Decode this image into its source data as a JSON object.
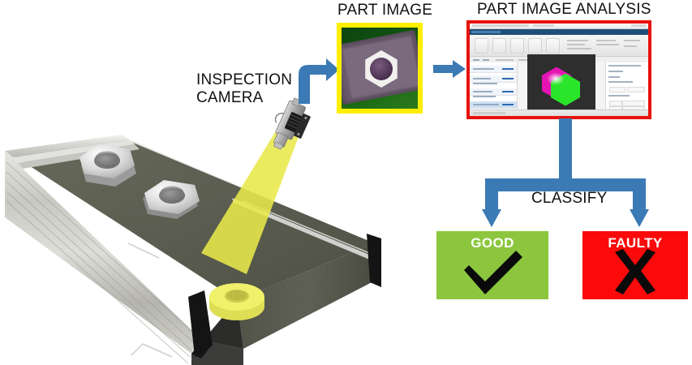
{
  "diagram": {
    "title_part_image": "PART IMAGE",
    "title_part_image_analysis": "PART IMAGE ANALYSIS",
    "label_inspection_camera_line1": "INSPECTION",
    "label_inspection_camera_line2": "CAMERA",
    "label_classify": "CLASSIFY"
  },
  "results": {
    "good": {
      "label": "GOOD",
      "mark": "check-mark",
      "color": "#8cc63e"
    },
    "faulty": {
      "label": "FAULTY",
      "mark": "cross-mark",
      "color": "#fa0a0a"
    }
  },
  "thumbnails": {
    "part_image": {
      "frame_color": "#ffee00",
      "background_color": "#0f4410",
      "subject": "hex-nut-on-plate"
    },
    "analysis_window": {
      "frame_color": "#e8120c",
      "contour_magenta": "#e514b4",
      "contour_green": "#2ae52a",
      "viewport_background": "#2e2e2e"
    }
  },
  "scene": {
    "conveyor_label": "conveyor-belt",
    "parts_on_belt": 3,
    "light_cone_color": "#e8e84a",
    "camera_label": "inspection-camera-module"
  },
  "arrows": {
    "color": "#3b7ab5",
    "items": [
      {
        "name": "camera-to-part-image",
        "kind": "elbow-right"
      },
      {
        "name": "part-image-to-analysis",
        "kind": "straight-right"
      },
      {
        "name": "analysis-to-classify",
        "kind": "tee-down-split"
      }
    ]
  }
}
